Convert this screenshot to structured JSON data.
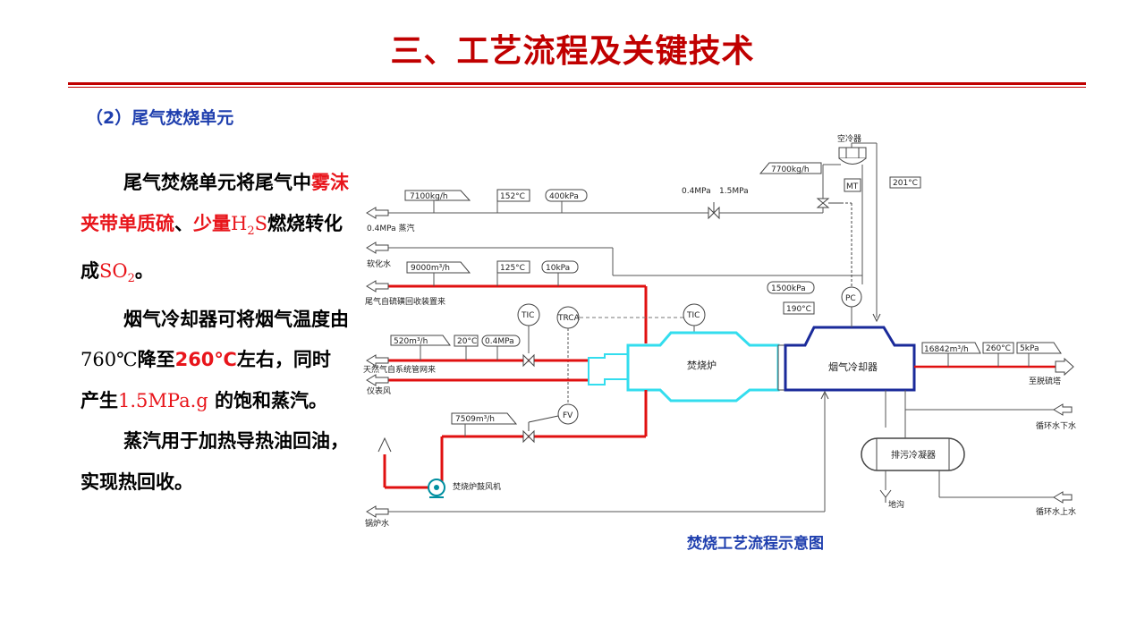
{
  "title": "三、工艺流程及关键技术",
  "subtitle": "（2）尾气焚烧单元",
  "paragraph1": {
    "line1": "尾气焚烧单元将尾气中",
    "red1": "雾沫夹带单质硫",
    "sep1": "、",
    "red2": "少量",
    "h2s_h": "H",
    "h2s_sub": "2",
    "h2s_s": "S",
    "text2": "燃烧转化成",
    "so2": "SO",
    "so2_sub": "2",
    "end": "。"
  },
  "paragraph2": {
    "text1": "烟气冷却器可将烟气温度由",
    "temp1": "760℃",
    "text2": "降至",
    "temp2": "260℃",
    "text3": "左右，同时产生",
    "pressure": "1.5MPa.g",
    "text4": " 的饱和蒸汽。"
  },
  "paragraph3": "蒸汽用于加热导热油回油，实现热回收。",
  "caption": "焚烧工艺流程示意图",
  "diagram": {
    "labels": {
      "air_cooler": "空冷器",
      "steam_out": "0.4MPa 蒸汽",
      "soft_water": "软化水",
      "tail_gas_in": "尾气自硫磺回收装置来",
      "natural_gas_in": "天然气自系统管网来",
      "instrument_air": "仪表风",
      "furnace_fan": "焚烧炉鼓风机",
      "incinerator": "焚烧炉",
      "flue_cooler": "烟气冷却器",
      "to_desulfur": "至脱硫塔",
      "cw_return": "循环水下水",
      "cw_supply": "循环水上水",
      "blowdown_cooler": "排污冷凝器",
      "drain": "地沟",
      "bottom_partial": "锅炉水",
      "p_0_4": "0.4MPa",
      "p_1_5": "1.5MPa"
    },
    "tags": {
      "flow_7100": "7100kg/h",
      "temp_152": "152°C",
      "press_400": "400kPa",
      "flow_7700": "7700kg/h",
      "temp_201": "201°C",
      "mt": "MT",
      "flow_9000": "9000m³/h",
      "temp_125": "125°C",
      "press_10": "10kPa",
      "press_1500": "1500kPa",
      "temp_190": "190°C",
      "pc": "PC",
      "tic1": "TIC",
      "trca": "TRCA",
      "tic2": "TIC",
      "flow_520": "520m³/h",
      "temp_20": "20°C",
      "press_0_4": "0.4MPa",
      "flow_16842": "16842m³/h",
      "temp_260": "260°C",
      "press_5": "5kPa",
      "flow_7509": "7509m³/h",
      "fv": "FV"
    }
  },
  "colors": {
    "title_red": "#c00000",
    "highlight_red": "#e8151b",
    "subtitle_blue": "#1f3fae",
    "hot_line_red": "#e01010",
    "incinerator_cyan": "#33ddee",
    "cooler_blue": "#1a2a9a",
    "fan_teal": "#008fa0"
  }
}
